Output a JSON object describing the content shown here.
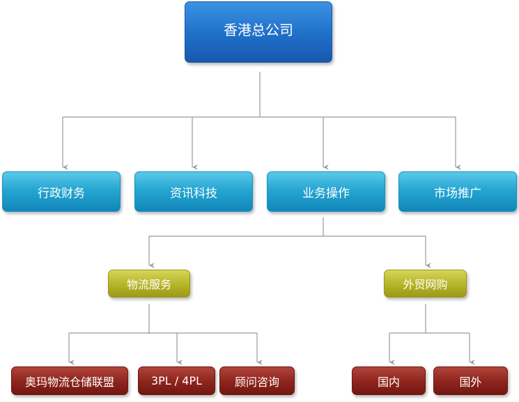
{
  "root": {
    "label": "香港总公司"
  },
  "departments": [
    {
      "label": "行政财务"
    },
    {
      "label": "资讯科技"
    },
    {
      "label": "业务操作"
    },
    {
      "label": "市场推广"
    }
  ],
  "services": [
    {
      "label": "物流服务"
    },
    {
      "label": "外贸网购"
    }
  ],
  "logistics_items": [
    {
      "label": "奥玛物流仓储联盟"
    },
    {
      "label": "3PL / 4PL"
    },
    {
      "label": "顾问咨询"
    }
  ],
  "trade_items": [
    {
      "label": "国内"
    },
    {
      "label": "国外"
    }
  ],
  "colors": {
    "root": "#1f6fc9",
    "department": "#25a6d2",
    "service": "#b8b62a",
    "leaf": "#8c241d",
    "connector": "#999999"
  }
}
